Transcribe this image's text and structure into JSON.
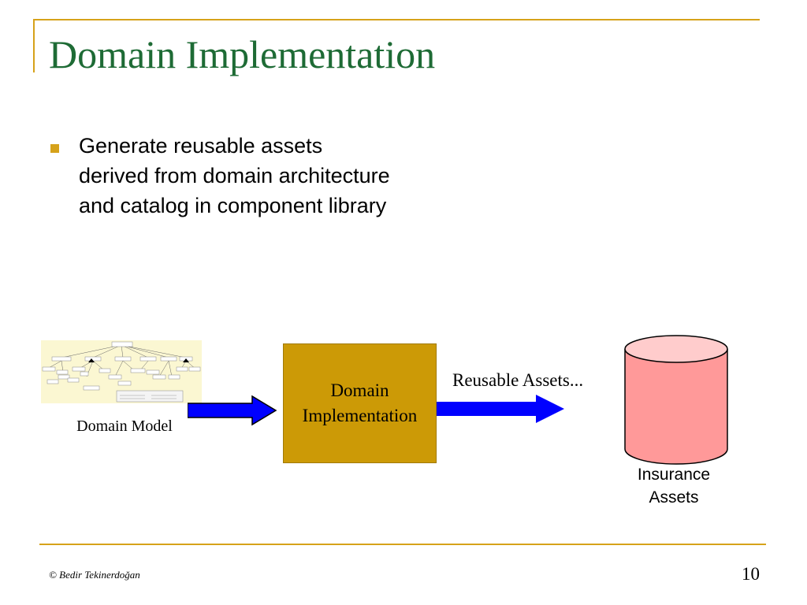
{
  "slide": {
    "title": "Domain Implementation",
    "bullet": "Generate reusable assets derived from domain architecture and catalog in component library"
  },
  "diagram": {
    "domain_model_label": "Domain Model",
    "implementation_box": {
      "line1": "Domain",
      "line2": "Implementation"
    },
    "arrow_label": "Reusable Assets...",
    "database": {
      "line1": "Insurance",
      "line2": "Assets"
    }
  },
  "footer": {
    "copyright": "© Bedir Tekinerdoğan",
    "page_number": "10"
  },
  "colors": {
    "title": "#1e6b35",
    "accent": "#d6a21a",
    "implementation_box": "#cc9a06",
    "arrow": "#0000ff",
    "database": "#ff9999"
  }
}
